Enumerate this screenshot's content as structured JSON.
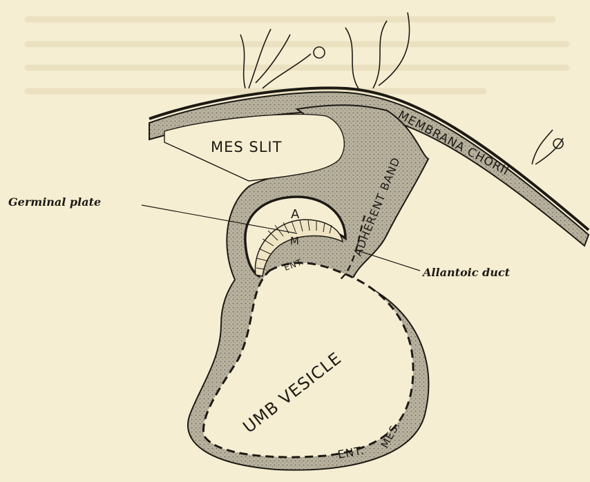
{
  "labels": {
    "mes_slit": "MES SLIT",
    "membrana_chorii": "MEMBRANA CHORII",
    "adherent_band": "ADHERENT BAND",
    "germinal_plate": "Germinal plate",
    "allantoic_duct": "Allantoic duct",
    "a": "A",
    "m": "M",
    "ent_upper": "ENT.",
    "umb_vesicle": "UMB VESICLE",
    "ent_lower": "ENT.",
    "mes_lower": "MES."
  },
  "colors": {
    "paper": "#f6eed2",
    "tissue_fill": "#b9b3a0",
    "ink": "#1d1a15"
  }
}
